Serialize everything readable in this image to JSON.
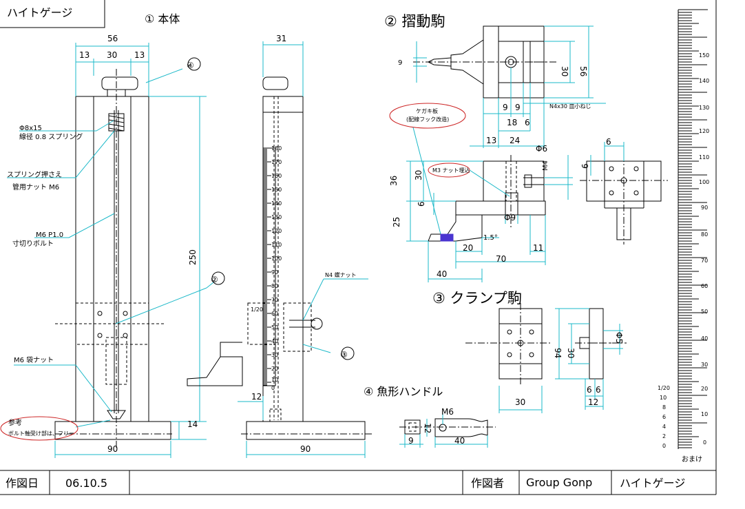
{
  "title_tag": "ハイトゲージ",
  "views": {
    "body": "① 本体",
    "slider": "② 摺動駒",
    "clamp": "③ クランプ駒",
    "handle": "④ 魚形ハンドル"
  },
  "circled_numbers": {
    "n2": "②",
    "n3": "③",
    "n4": "④"
  },
  "dimensions": {
    "d56": "56",
    "d13a": "13",
    "d30": "30",
    "d13b": "13",
    "d31": "31",
    "d250": "250",
    "d14": "14",
    "d90a": "90",
    "d90b": "90",
    "d12": "12",
    "s9": "9",
    "s30": "30",
    "s56": "56",
    "s9a": "9",
    "s9b": "9",
    "s18": "18",
    "s6": "6",
    "s13": "13",
    "s24": "24",
    "sphi6": "Φ6",
    "sm4": "M4",
    "s36": "36",
    "s30b": "30",
    "s6b": "6",
    "s25": "25",
    "sphi9": "Φ9",
    "s20": "20",
    "s15": "1.5°",
    "s11": "11",
    "s70": "70",
    "s40": "40",
    "sq6a": "6",
    "sq6b": "6",
    "c94": "94",
    "c30": "30",
    "cphi5": "Φ5",
    "c6a": "6",
    "c6b": "6",
    "c12": "12",
    "c30b": "30",
    "hm6": "M6",
    "h12": "12",
    "h9": "9",
    "h40": "40"
  },
  "notes": {
    "spring1": "Φ8x15",
    "spring2": "線径 0.8 スプリング",
    "nut1": "スプリング押さえ",
    "nut2": "管用ナット M6",
    "bolt1": "M6 P1.0",
    "bolt2": "寸切りボルト",
    "capnut": "M6 袋ナット",
    "ref1": "参考",
    "ref2": "ボルト軸受け部は、フリー",
    "n4nut": "N4 蝶ナット",
    "screw": "N4x30 皿小ねじ",
    "kegaki1": "ケガキ板",
    "kegaki2": "(配線フック改造)",
    "m3": "M3 ナット埋込",
    "scale_vernier": "1/20"
  },
  "scale": {
    "main_labels": [
      "180",
      "170",
      "160",
      "150",
      "140",
      "130",
      "120",
      "110",
      "100",
      "90",
      "80",
      "70",
      "60",
      "50",
      "40",
      "30",
      "20",
      "10",
      "0"
    ],
    "vernier_small": "1/20",
    "right_labels": [
      "150",
      "140",
      "130",
      "120",
      "110",
      "100",
      "90",
      "80",
      "70",
      "60",
      "50",
      "40",
      "30",
      "20",
      "10",
      "0"
    ],
    "right_vernier": "1/20",
    "right_small": [
      "10",
      "8",
      "6",
      "4",
      "2",
      "0"
    ],
    "omake": "おまけ"
  },
  "title_block": {
    "date_label": "作図日",
    "date_value": "06.10.5",
    "author_label": "作図者",
    "author_value": "Group Gonp",
    "name_value": "ハイトゲージ"
  }
}
